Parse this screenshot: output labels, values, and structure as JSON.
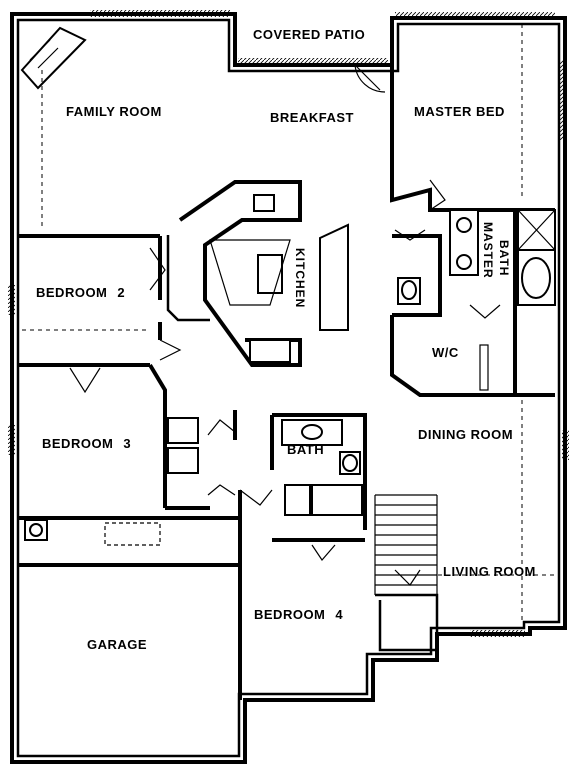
{
  "rooms": {
    "covered_patio": "COVERED PATIO",
    "family_room": "FAMILY ROOM",
    "breakfast": "BREAKFAST",
    "master_bed": "MASTER BED",
    "master_bath_1": "MASTER",
    "master_bath_2": "BATH",
    "kitchen": "KITCHEN",
    "bedroom_2": "BEDROOM",
    "bedroom_2_num": "2",
    "wic": "W/C",
    "bedroom_3": "BEDROOM",
    "bedroom_3_num": "3",
    "dining_room": "DINING ROOM",
    "bath": "BATH",
    "living_room": "LIVING ROOM",
    "bedroom_4": "BEDROOM",
    "bedroom_4_num": "4",
    "garage": "GARAGE"
  }
}
